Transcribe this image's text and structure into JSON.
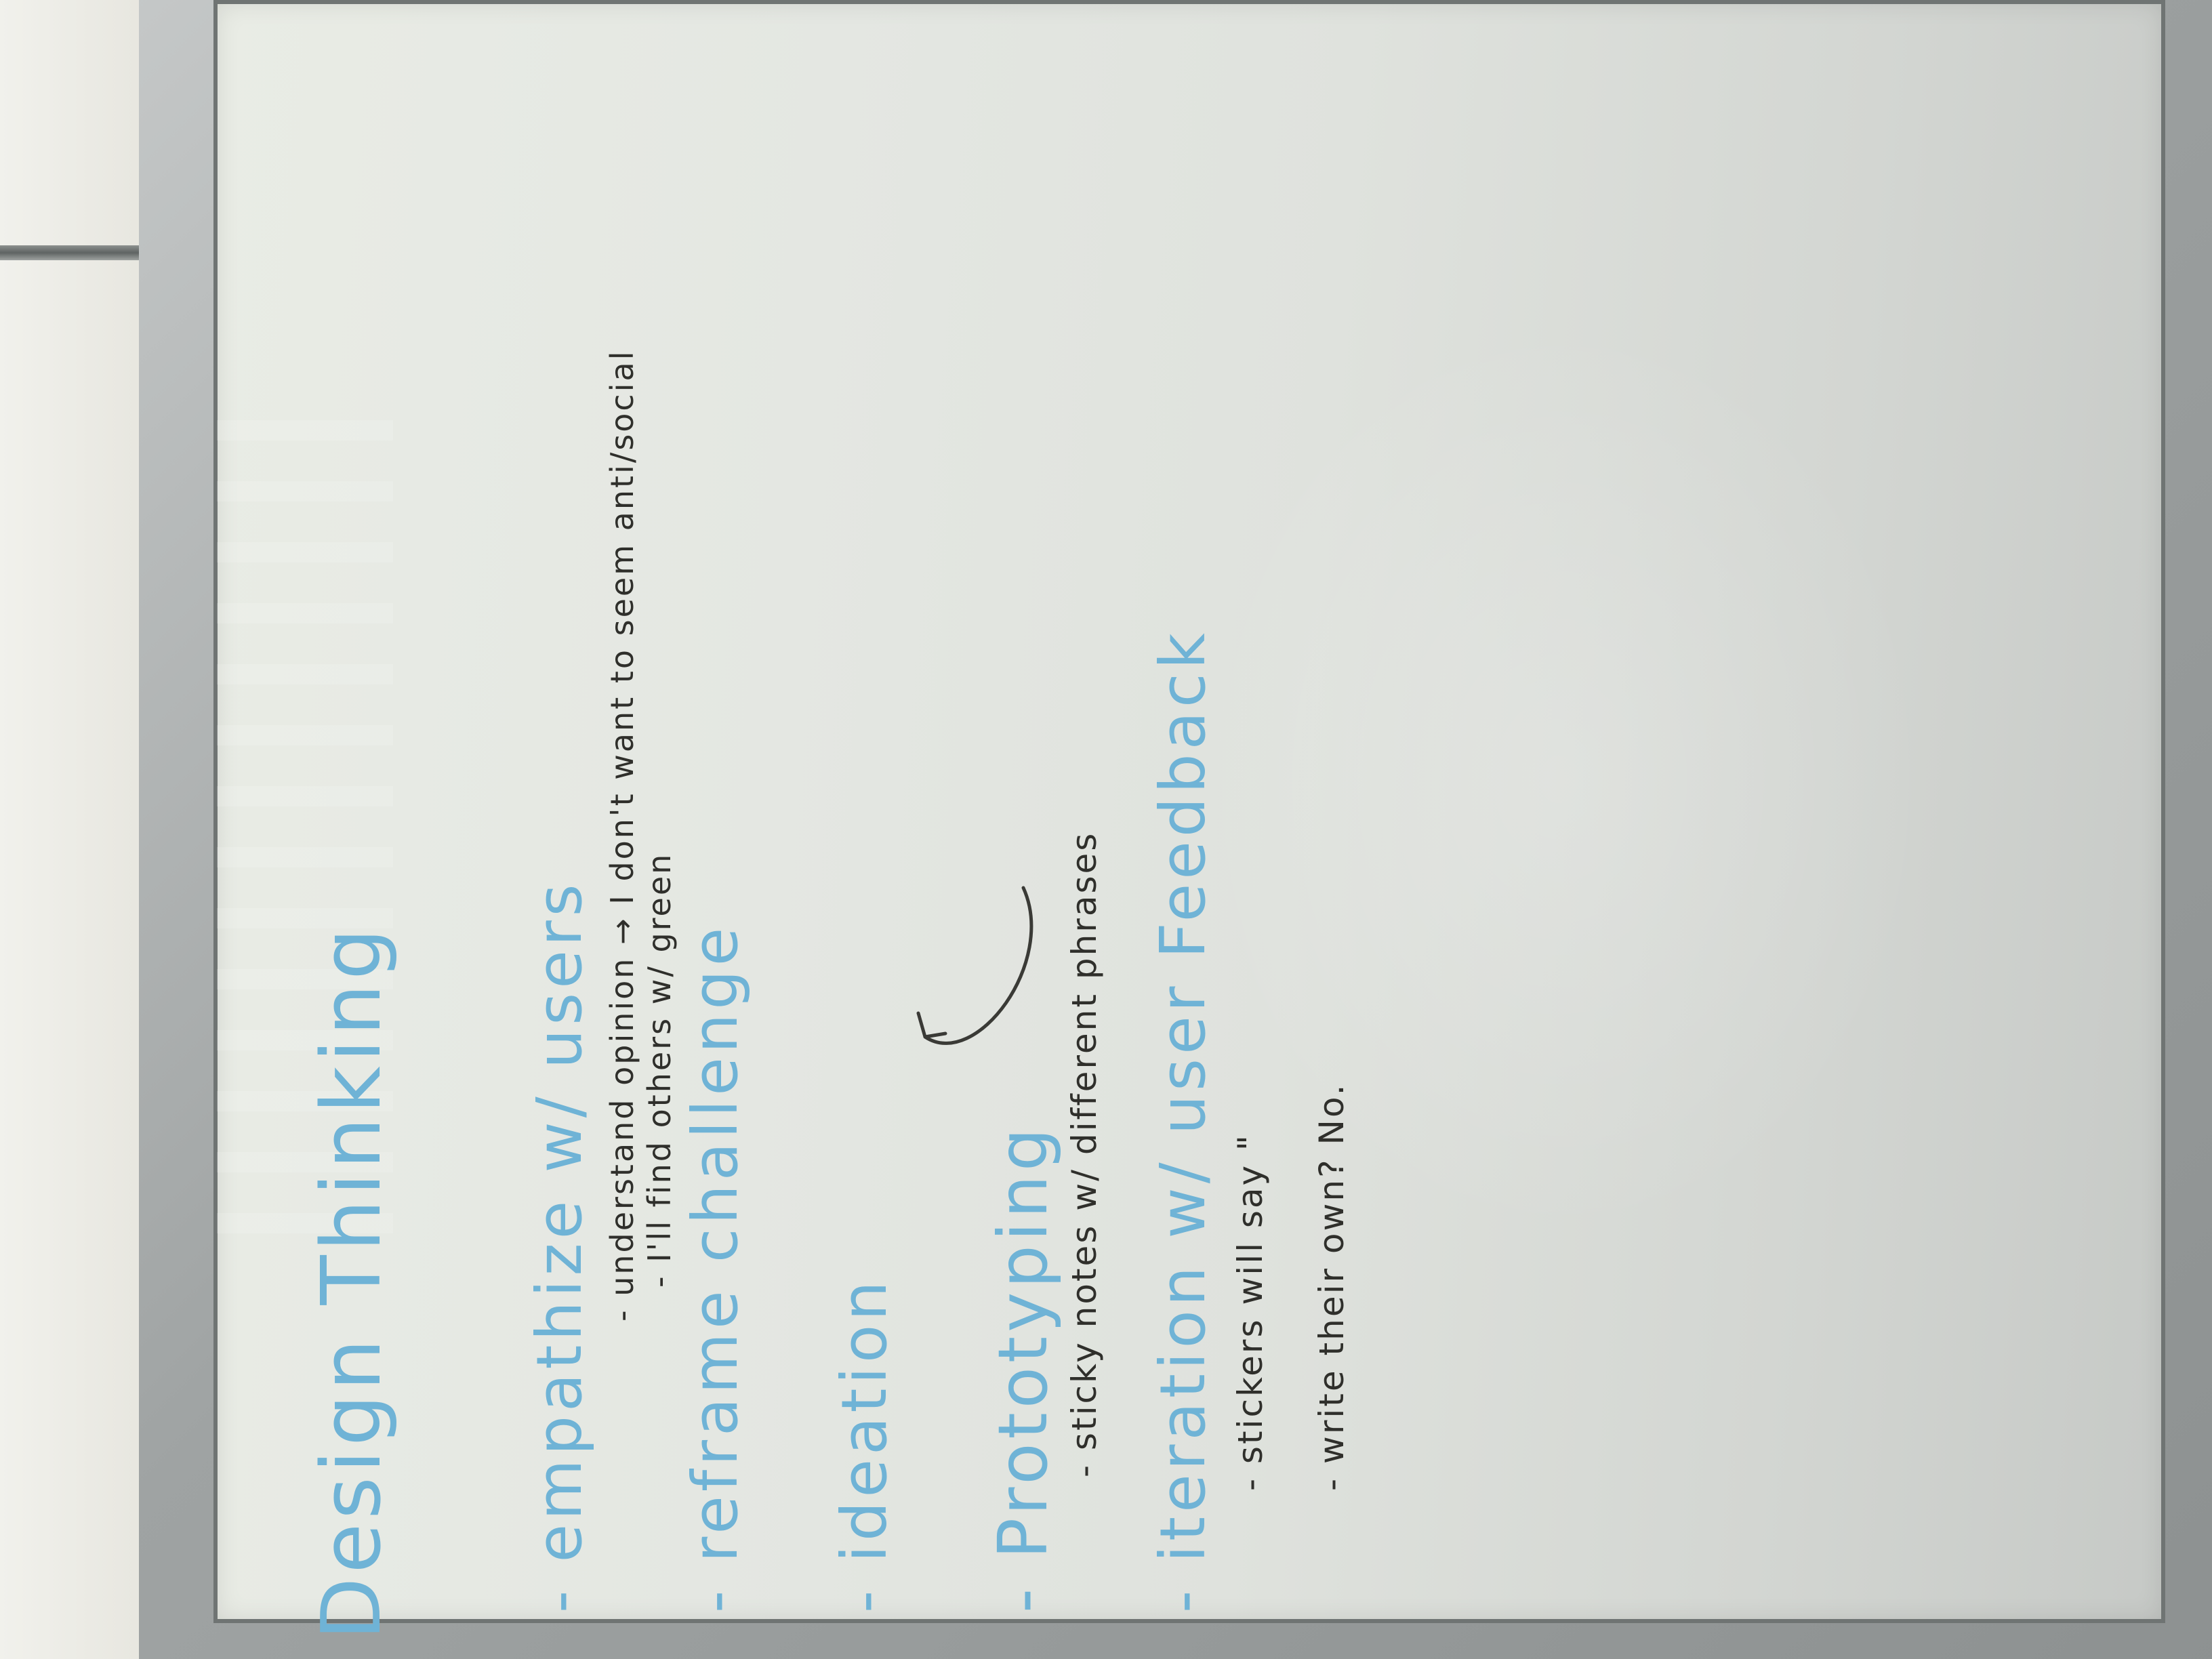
{
  "whiteboard": {
    "title": "Design Thinking",
    "items": [
      {
        "label": "- empathize w/ users",
        "notes": [
          "- understand opinion → I don't want to seem anti/social",
          "- I'll find others w/ green"
        ]
      },
      {
        "label": "- reframe challenge",
        "notes": []
      },
      {
        "label": "- ideation",
        "notes": []
      },
      {
        "label": "- Prototyping",
        "notes": [
          "- sticky notes w/ different phrases"
        ]
      },
      {
        "label": "- iteration w/ user Feedback",
        "notes": [
          "- stickers will say \"",
          "- write their own? No."
        ]
      }
    ]
  },
  "colors": {
    "blue_marker": "#6fb3d6",
    "dark_marker": "#2f2f2b",
    "board": "#e4e7e2",
    "frame": "#9fa3a3"
  }
}
